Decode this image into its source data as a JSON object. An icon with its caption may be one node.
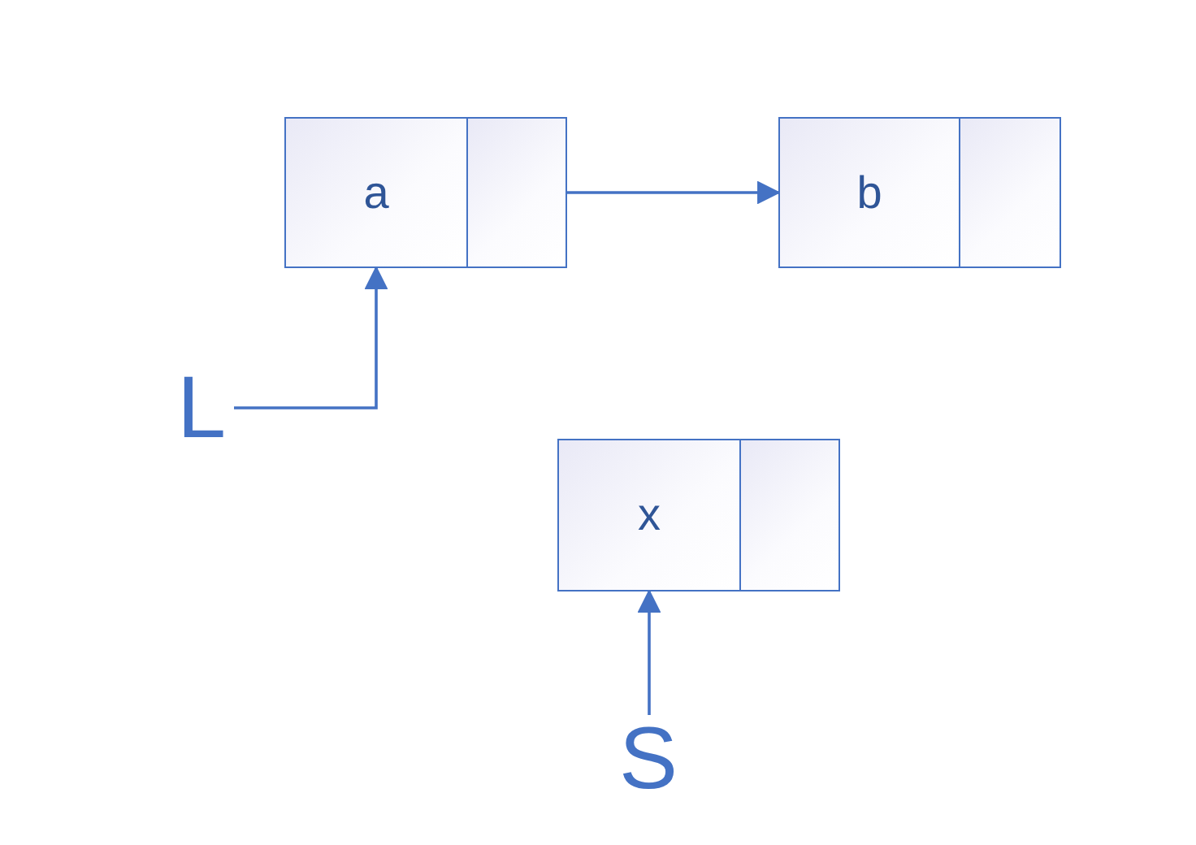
{
  "diagram": {
    "nodes": [
      {
        "text": [
          "a"
        ]
      },
      {
        "text": [],
        "shape": "box"
      },
      {
        "text": [
          "b"
        ]
      },
      {
        "text": [],
        "shape": "box"
      },
      {
        "text": [
          "L"
        ]
      },
      {
        "text": [
          "x"
        ]
      },
      {
        "text": [],
        "shape": "box"
      },
      {
        "text": [
          "S"
        ]
      }
    ],
    "edges": [
      {
        "from": 1,
        "to": 2,
        "arrow": "to"
      },
      {
        "from": 4,
        "to": 0,
        "arrow": "to"
      },
      {
        "from": 7,
        "to": 5,
        "arrow": "to"
      }
    ]
  }
}
